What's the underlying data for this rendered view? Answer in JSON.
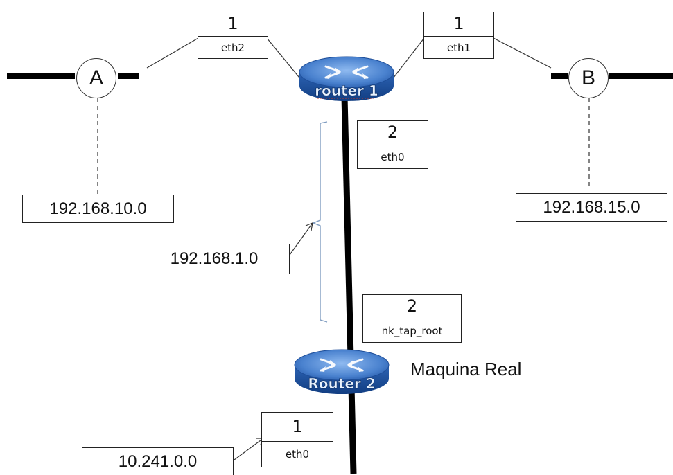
{
  "routers": {
    "router1": {
      "label": "router 1"
    },
    "router2": {
      "label": "Router 2",
      "annotation": "Maquina Real"
    }
  },
  "nodes": {
    "a": {
      "label": "A"
    },
    "b": {
      "label": "B"
    }
  },
  "interfaces": {
    "r1_eth2": {
      "number": "1",
      "name": "eth2"
    },
    "r1_eth1": {
      "number": "1",
      "name": "eth1"
    },
    "r1_eth0": {
      "number": "2",
      "name": "eth0"
    },
    "r2_tap": {
      "number": "2",
      "name": "nk_tap_root"
    },
    "r2_eth0": {
      "number": "1",
      "name": "eth0"
    }
  },
  "networks": {
    "net_a": "192.168.10.0",
    "net_b": "192.168.15.0",
    "net_link": "192.168.1.0",
    "net_real": "10.241.0.0"
  },
  "colors": {
    "router_top": "#5b8fd6",
    "router_side": "#1f4f9a",
    "router_dark": "#0c2f66",
    "brace": "#7f9cc0",
    "line": "#000000"
  }
}
